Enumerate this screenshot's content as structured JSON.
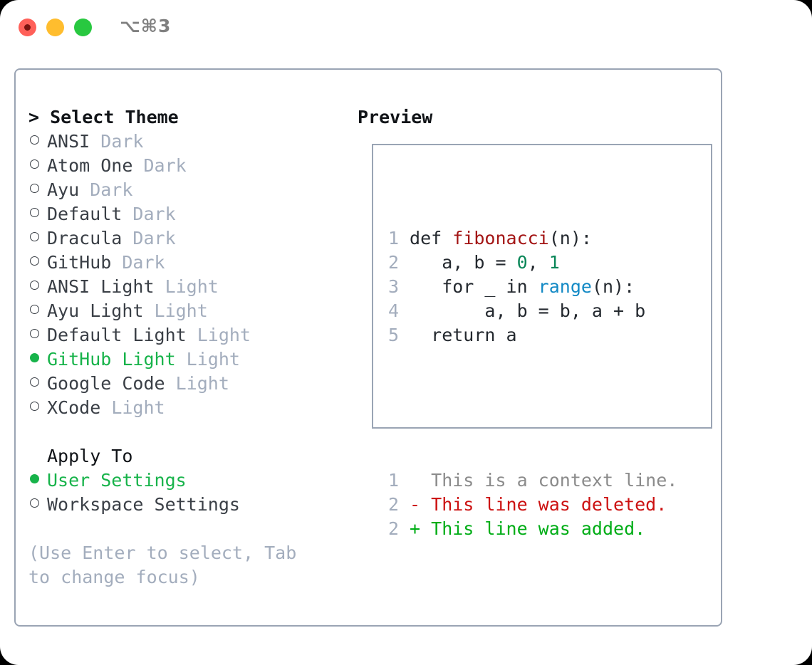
{
  "window": {
    "shortcut": "⌥⌘3",
    "traffic_lights": [
      "close-red",
      "minimize-yellow",
      "maximize-green"
    ],
    "colors": {
      "red": "#ff6059",
      "yellow": "#ffbd2e",
      "green": "#28c840",
      "border": "#9aa4b4",
      "accent_green": "#17b34a",
      "muted": "#a3adbd"
    }
  },
  "theme_list": {
    "heading": "> Select Theme",
    "items": [
      {
        "label": "ANSI",
        "badge": "Dark",
        "selected": false
      },
      {
        "label": "Atom One",
        "badge": "Dark",
        "selected": false
      },
      {
        "label": "Ayu",
        "badge": "Dark",
        "selected": false
      },
      {
        "label": "Default",
        "badge": "Dark",
        "selected": false
      },
      {
        "label": "Dracula",
        "badge": "Dark",
        "selected": false
      },
      {
        "label": "GitHub",
        "badge": "Dark",
        "selected": false
      },
      {
        "label": "ANSI Light",
        "badge": "Light",
        "selected": false
      },
      {
        "label": "Ayu Light",
        "badge": "Light",
        "selected": false
      },
      {
        "label": "Default Light",
        "badge": "Light",
        "selected": false
      },
      {
        "label": "GitHub Light",
        "badge": "Light",
        "selected": true
      },
      {
        "label": "Google Code",
        "badge": "Light",
        "selected": false
      },
      {
        "label": "XCode",
        "badge": "Light",
        "selected": false
      }
    ]
  },
  "apply_to": {
    "heading": "Apply To",
    "items": [
      {
        "label": "User Settings",
        "selected": true
      },
      {
        "label": "Workspace Settings",
        "selected": false
      }
    ]
  },
  "hint": "(Use Enter to select, Tab to change focus)",
  "preview": {
    "heading": "Preview",
    "code_lines": [
      {
        "num": "1",
        "tokens": [
          {
            "t": " def ",
            "c": "tok-plain"
          },
          {
            "t": "fibonacci",
            "c": "tok-func"
          },
          {
            "t": "(n):",
            "c": "tok-plain"
          }
        ]
      },
      {
        "num": "2",
        "tokens": [
          {
            "t": "    a, b = ",
            "c": "tok-plain"
          },
          {
            "t": "0",
            "c": "tok-num"
          },
          {
            "t": ", ",
            "c": "tok-plain"
          },
          {
            "t": "1",
            "c": "tok-num"
          }
        ]
      },
      {
        "num": "3",
        "tokens": [
          {
            "t": "    for _ in ",
            "c": "tok-plain"
          },
          {
            "t": "range",
            "c": "tok-builtin"
          },
          {
            "t": "(n):",
            "c": "tok-plain"
          }
        ]
      },
      {
        "num": "4",
        "tokens": [
          {
            "t": "        a, b = b, a + b",
            "c": "tok-plain"
          }
        ]
      },
      {
        "num": "5",
        "tokens": [
          {
            "t": "   return a",
            "c": "tok-plain"
          }
        ]
      }
    ],
    "diff_lines": [
      {
        "num": "1",
        "tokens": [
          {
            "t": "   This is a context line.",
            "c": "diff-ctx"
          }
        ]
      },
      {
        "num": "2",
        "tokens": [
          {
            "t": " - This line was deleted.",
            "c": "diff-del"
          }
        ]
      },
      {
        "num": "2",
        "tokens": [
          {
            "t": " + This line was added.",
            "c": "diff-add"
          }
        ]
      }
    ]
  }
}
